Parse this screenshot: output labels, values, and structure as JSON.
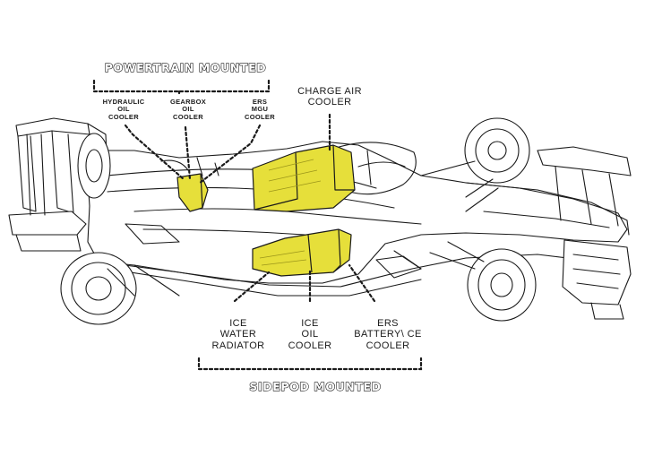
{
  "groups": {
    "powertrain": "POWERTRAIN MOUNTED",
    "sidepod": "SIDEPOD MOUNTED"
  },
  "labels": {
    "hydraulic": [
      "HYDRAULIC",
      "OIL",
      "COOLER"
    ],
    "gearbox": [
      "GEARBOX",
      "OIL",
      "COOLER"
    ],
    "ers_mgu": [
      "ERS",
      "MGU",
      "COOLER"
    ],
    "charge_air": [
      "CHARGE AIR",
      "COOLER"
    ],
    "ice_water": [
      "ICE",
      "WATER",
      "RADIATOR"
    ],
    "ice_oil": [
      "ICE",
      "OIL",
      "COOLER"
    ],
    "ers_battery": [
      "ERS",
      "BATTERY\\ CE",
      "COOLER"
    ]
  },
  "colors": {
    "highlight": "#e6df3a",
    "highlight_dark": "#c9c21f",
    "outline": "#1a1a1a",
    "body_fill": "#ffffff"
  }
}
